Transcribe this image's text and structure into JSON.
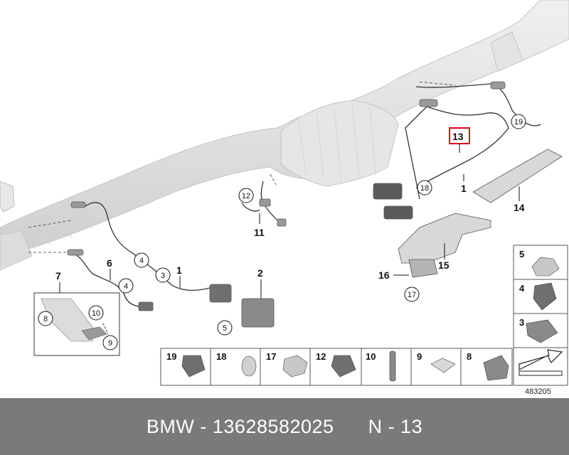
{
  "callouts": {
    "c1a": "1",
    "c1b": "1",
    "c2": "2",
    "c6": "6",
    "c7": "7",
    "c11": "11",
    "c13": "13",
    "c14": "14",
    "c15": "15",
    "c16": "16"
  },
  "circle_labels": {
    "k3": "3",
    "k4a": "4",
    "k4b": "4",
    "k5": "5",
    "k8": "8",
    "k9": "9",
    "k10": "10",
    "k12": "12",
    "k17": "17",
    "k18": "18",
    "k19": "19"
  },
  "legend": {
    "bottom_row": [
      "19",
      "18",
      "17",
      "12",
      "10",
      "9",
      "8"
    ],
    "right_column": [
      "5",
      "4",
      "3"
    ]
  },
  "diagram_number": "483205",
  "footer": {
    "part_text": "BMW - 13628582025",
    "position_text": "N - 13"
  },
  "colors": {
    "highlight": "#d9001b",
    "footer_bg": "#7a7a7a"
  }
}
